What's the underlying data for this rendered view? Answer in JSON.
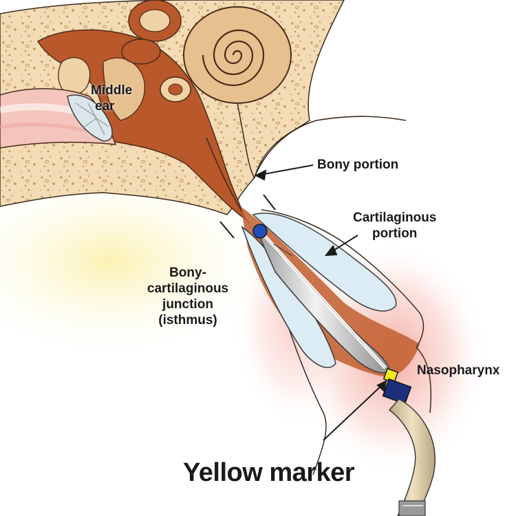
{
  "labels": {
    "middle_ear_line1": "Middle",
    "middle_ear_line2": "ear",
    "bony_portion": "Bony portion",
    "cartilaginous_line1": "Cartilaginous",
    "cartilaginous_line2": "portion",
    "junction_line1": "Bony-",
    "junction_line2": "cartilaginous",
    "junction_line3": "junction",
    "junction_line4": "(isthmus)",
    "nasopharynx": "Nasopharynx",
    "yellow_marker": "Yellow marker"
  },
  "colors": {
    "bone": "#f2ddb8",
    "tissue": "#b9582b",
    "cartilage": "#dcecf4",
    "balloon": "#dcdcdc",
    "marker_yellow": "#f2ea1c",
    "marker_blue": "#1d2e7a",
    "catheter": "#e2d1a8",
    "mucosa_glow": "#f4a6a0"
  }
}
